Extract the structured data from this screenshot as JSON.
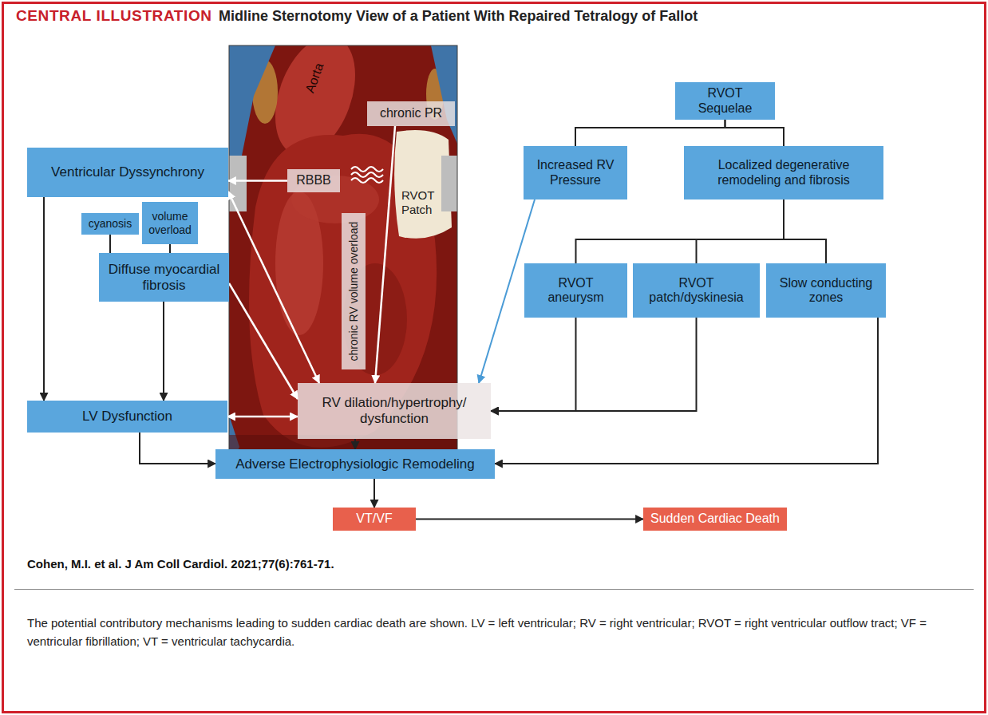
{
  "diagram": {
    "title": "Midline Sternotomy View of a Patient With Repaired Tetralogy of Fallot",
    "caption": "The potential contributory mechanisms leading to sudden cardiac death are shown. LV = left ventricular; RV = right ventricular; RVOT = right ventricular outflow tract; VF = ventricular fibrillation; VT = ventricular tachycardia.",
    "nodes": [
      {
        "text": [
          "Ventricular Dyssynchrony"
        ]
      },
      {
        "text": [
          "RBBB"
        ]
      },
      {
        "text": [
          "chronic PR"
        ]
      },
      {
        "text": [
          "RVOT Sequelae"
        ]
      },
      {
        "text": [
          "Increased RV Pressure"
        ]
      },
      {
        "text": [
          "Localized degenerative remodeling and fibrosis"
        ]
      },
      {
        "text": [
          "cyanosis"
        ]
      },
      {
        "text": [
          "volume overload"
        ]
      },
      {
        "text": [
          "Diffuse myocardial fibrosis"
        ]
      },
      {
        "text": [
          "chronic RV volume overload"
        ]
      },
      {
        "text": [
          "RVOT aneurysm"
        ]
      },
      {
        "text": [
          "RVOT patch/dyskinesia"
        ]
      },
      {
        "text": [
          "Slow conducting zones"
        ]
      },
      {
        "text": [
          "RV dilation/hypertrophy/ dysfunction"
        ]
      },
      {
        "text": [
          "LV Dysfunction"
        ]
      },
      {
        "text": [
          "Adverse Electrophysiologic Remodeling"
        ]
      },
      {
        "text": [
          "VT/VF"
        ]
      },
      {
        "text": [
          "Sudden Cardiac Death"
        ]
      }
    ],
    "edges": [
      {
        "from": 1,
        "to": 0,
        "arrow": "to"
      },
      {
        "from": 0,
        "to": 13,
        "arrow": "both"
      },
      {
        "from": 2,
        "to": 13,
        "arrow": "to"
      },
      {
        "from": 4,
        "to": 13,
        "arrow": "to"
      },
      {
        "from": 3,
        "to": 4,
        "arrow": "none"
      },
      {
        "from": 3,
        "to": 5,
        "arrow": "none"
      },
      {
        "from": 5,
        "to": 10,
        "arrow": "none"
      },
      {
        "from": 5,
        "to": 11,
        "arrow": "none"
      },
      {
        "from": 5,
        "to": 12,
        "arrow": "none"
      },
      {
        "from": 10,
        "to": 13,
        "arrow": "to"
      },
      {
        "from": 11,
        "to": 13,
        "arrow": "to"
      },
      {
        "from": 6,
        "to": 8,
        "arrow": "none"
      },
      {
        "from": 7,
        "to": 8,
        "arrow": "none"
      },
      {
        "from": 8,
        "to": 13,
        "arrow": "to"
      },
      {
        "from": 8,
        "to": 14,
        "arrow": "to"
      },
      {
        "from": 0,
        "to": 14,
        "arrow": "to"
      },
      {
        "from": 14,
        "to": 13,
        "arrow": "both"
      },
      {
        "from": 14,
        "to": 15,
        "arrow": "to"
      },
      {
        "from": 13,
        "to": 15,
        "arrow": "to"
      },
      {
        "from": 12,
        "to": 15,
        "arrow": "to"
      },
      {
        "from": 15,
        "to": 16,
        "arrow": "to"
      },
      {
        "from": 16,
        "to": 17,
        "arrow": "to"
      }
    ],
    "labels": [
      "CENTRAL ILLUSTRATION",
      "Aorta",
      "RVOT Patch",
      "Cohen, M.I. et al. J Am Coll Cardiol. 2021;77(6):761-71."
    ]
  }
}
